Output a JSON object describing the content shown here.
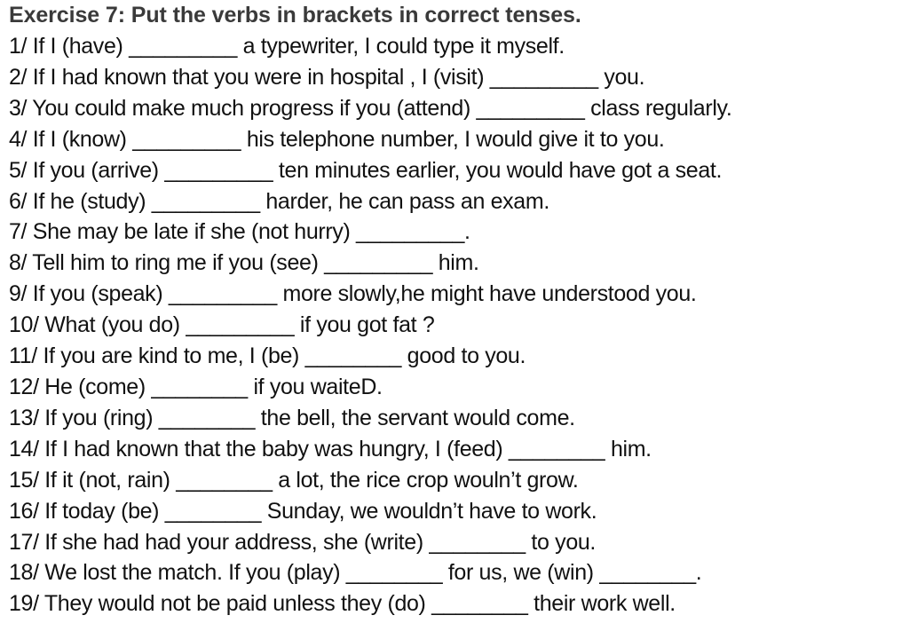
{
  "exercise": {
    "title": "Exercise 7: Put the verbs in brackets in correct tenses.",
    "items": [
      "1/ If I (have) _________ a typewriter, I could type it myself.",
      "2/ If I had known that you were in hospital , I (visit) _________ you.",
      "3/ You could make much progress if you (attend) _________ class regularly.",
      "4/ If I (know) _________ his telephone number, I would give it to you.",
      "5/ If you (arrive) _________ ten minutes earlier, you would have got a seat.",
      "6/ If he (study) _________ harder, he can pass an exam.",
      "7/ She may be late if she (not hurry) _________.",
      "8/ Tell him to ring me if you (see) _________ him.",
      "9/ If you (speak) _________ more slowly,he might have understood you.",
      "10/ What (you do) _________ if you got fat ?",
      "11/ If you are kind to me, I (be) ________ good to you.",
      "12/ He (come) ________ if you waiteD.",
      "13/ If you (ring) ________ the bell, the servant would come.",
      "14/ If I had known that the baby was hungry, I (feed) ________ him.",
      "15/ If it (not, rain) ________ a lot, the rice crop wouln’t grow.",
      "16/ If today (be) ________ Sunday, we wouldn’t have to work.",
      "17/ If she had had your address, she (write) ________ to you.",
      "18/ We lost the match. If you (play) ________ for us, we (win) ________.",
      "19/ They would not be paid unless they (do) ________ their work well."
    ]
  }
}
